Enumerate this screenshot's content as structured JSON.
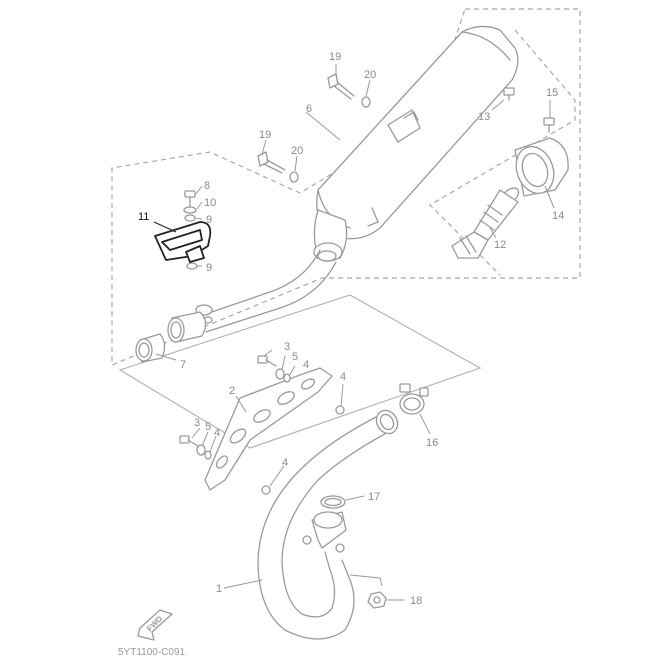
{
  "diagram": {
    "catalog_code": "5YT1100-C091",
    "fwd_label": "FWD",
    "callouts": {
      "p1": "1",
      "p2": "2",
      "p3a": "3",
      "p3b": "3",
      "p4a": "4",
      "p4b": "4",
      "p4c": "4",
      "p4d": "4",
      "p5a": "5",
      "p5b": "5",
      "p6": "6",
      "p7": "7",
      "p8": "8",
      "p9a": "9",
      "p9b": "9",
      "p10": "10",
      "p11": "11",
      "p12": "12",
      "p13": "13",
      "p14": "14",
      "p15": "15",
      "p16": "16",
      "p17": "17",
      "p18": "18",
      "p19a": "19",
      "p19b": "19",
      "p20a": "20",
      "p20b": "20"
    }
  }
}
